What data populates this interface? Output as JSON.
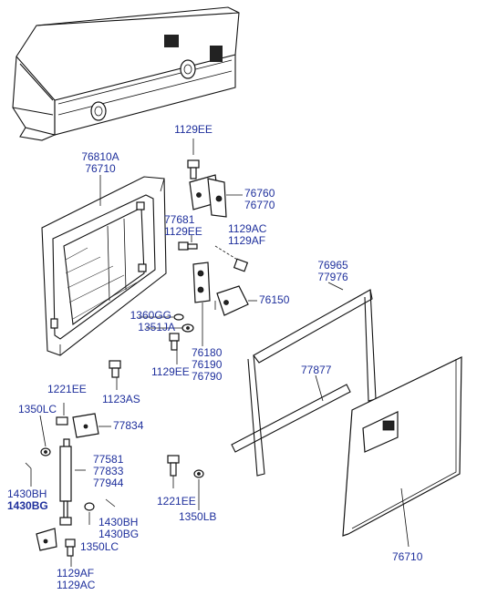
{
  "diagram": {
    "labels": {
      "panel_frame": [
        "76810A",
        "76710"
      ],
      "top_bolt": "1129EE",
      "hinge": [
        "76760",
        "76770"
      ],
      "hinge_bolt": [
        "77681",
        "1129EE"
      ],
      "bolt_right": [
        "1129AC",
        "1129AF"
      ],
      "weatherstrip": [
        "76965",
        "77976"
      ],
      "latch": "76150",
      "washer_gg": "1360GG",
      "washer_ja": "1351JA",
      "lock": [
        "76180",
        "76190",
        "76790"
      ],
      "bolt_ee": "1129EE",
      "seal_strip": "77877",
      "bolt_as": "1123AS",
      "screw_ee": "1221EE",
      "washer_lc": "1350LC",
      "bracket": "77834",
      "strut": [
        "77581",
        "77833",
        "77944"
      ],
      "clip_left": [
        "1430BH",
        "1430BG"
      ],
      "clip_right": [
        "1430BH",
        "1430BG"
      ],
      "washer_lc_bottom": "1350LC",
      "bolt_bottom": [
        "1129AF",
        "1129AC"
      ],
      "screw_ee_bottom": "1221EE",
      "washer_lb": "1350LB",
      "door_panel": "76710"
    }
  }
}
